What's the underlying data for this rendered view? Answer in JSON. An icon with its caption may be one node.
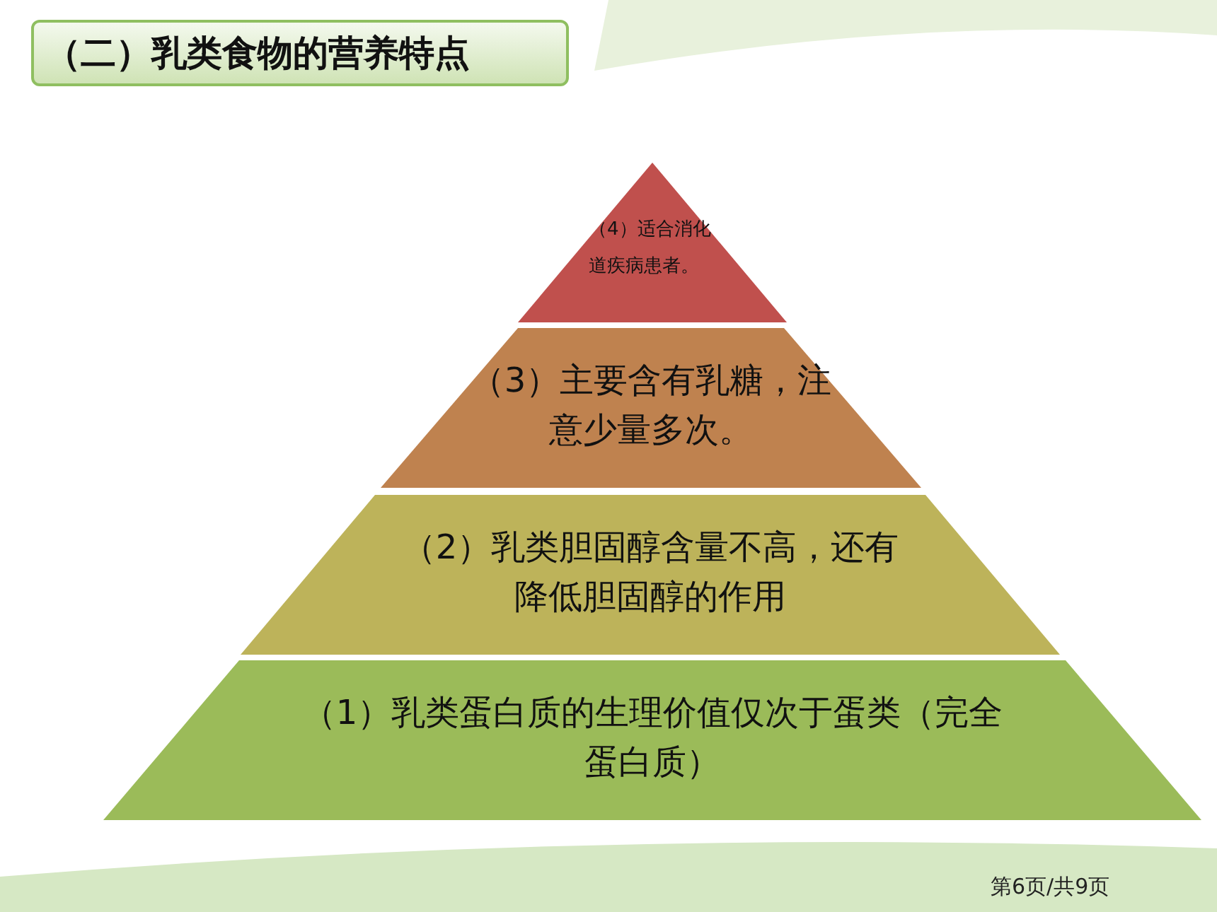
{
  "diagram": {
    "title": "（二）乳类食物的营养特点",
    "nodes": [
      {
        "text": [
          "（4）适合消化道疾病患者。"
        ]
      },
      {
        "text": [
          "（3）主要含有乳糖，注意少量多次。"
        ]
      },
      {
        "text": [
          "（2）乳类胆固醇含量不高，还有降低胆固醇的作用"
        ]
      },
      {
        "text": [
          "（1）乳类蛋白质的生理价值仅次于蛋类（完全蛋白质）"
        ]
      }
    ],
    "labels": [
      "第6页/共9页"
    ]
  }
}
